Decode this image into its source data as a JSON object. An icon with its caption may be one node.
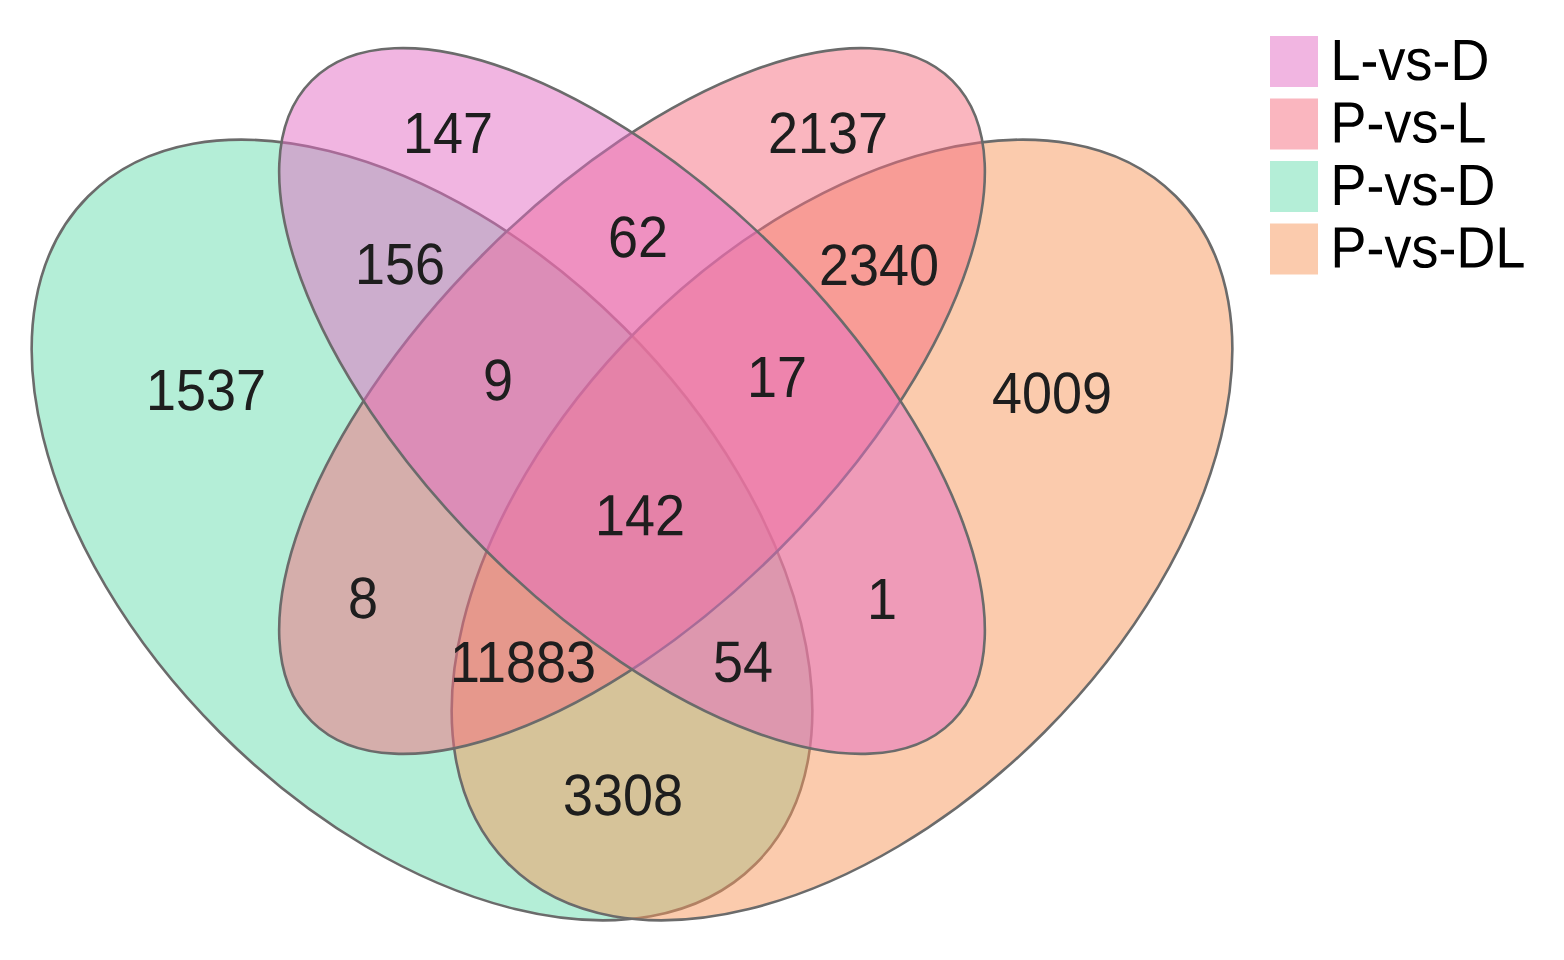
{
  "diagram": {
    "labels": [
      "147",
      "2137",
      "156",
      "62",
      "2340",
      "1537",
      "9",
      "17",
      "4009",
      "142",
      "8",
      "1",
      "11883",
      "54",
      "3308"
    ],
    "legend": [
      {
        "text": "L-vs-D",
        "color": "#f1b5e1"
      },
      {
        "text": "P-vs-L",
        "color": "#fab6bf"
      },
      {
        "text": "P-vs-D",
        "color": "#b4eed7"
      },
      {
        "text": "P-vs-DL",
        "color": "#fbcbad"
      }
    ]
  }
}
